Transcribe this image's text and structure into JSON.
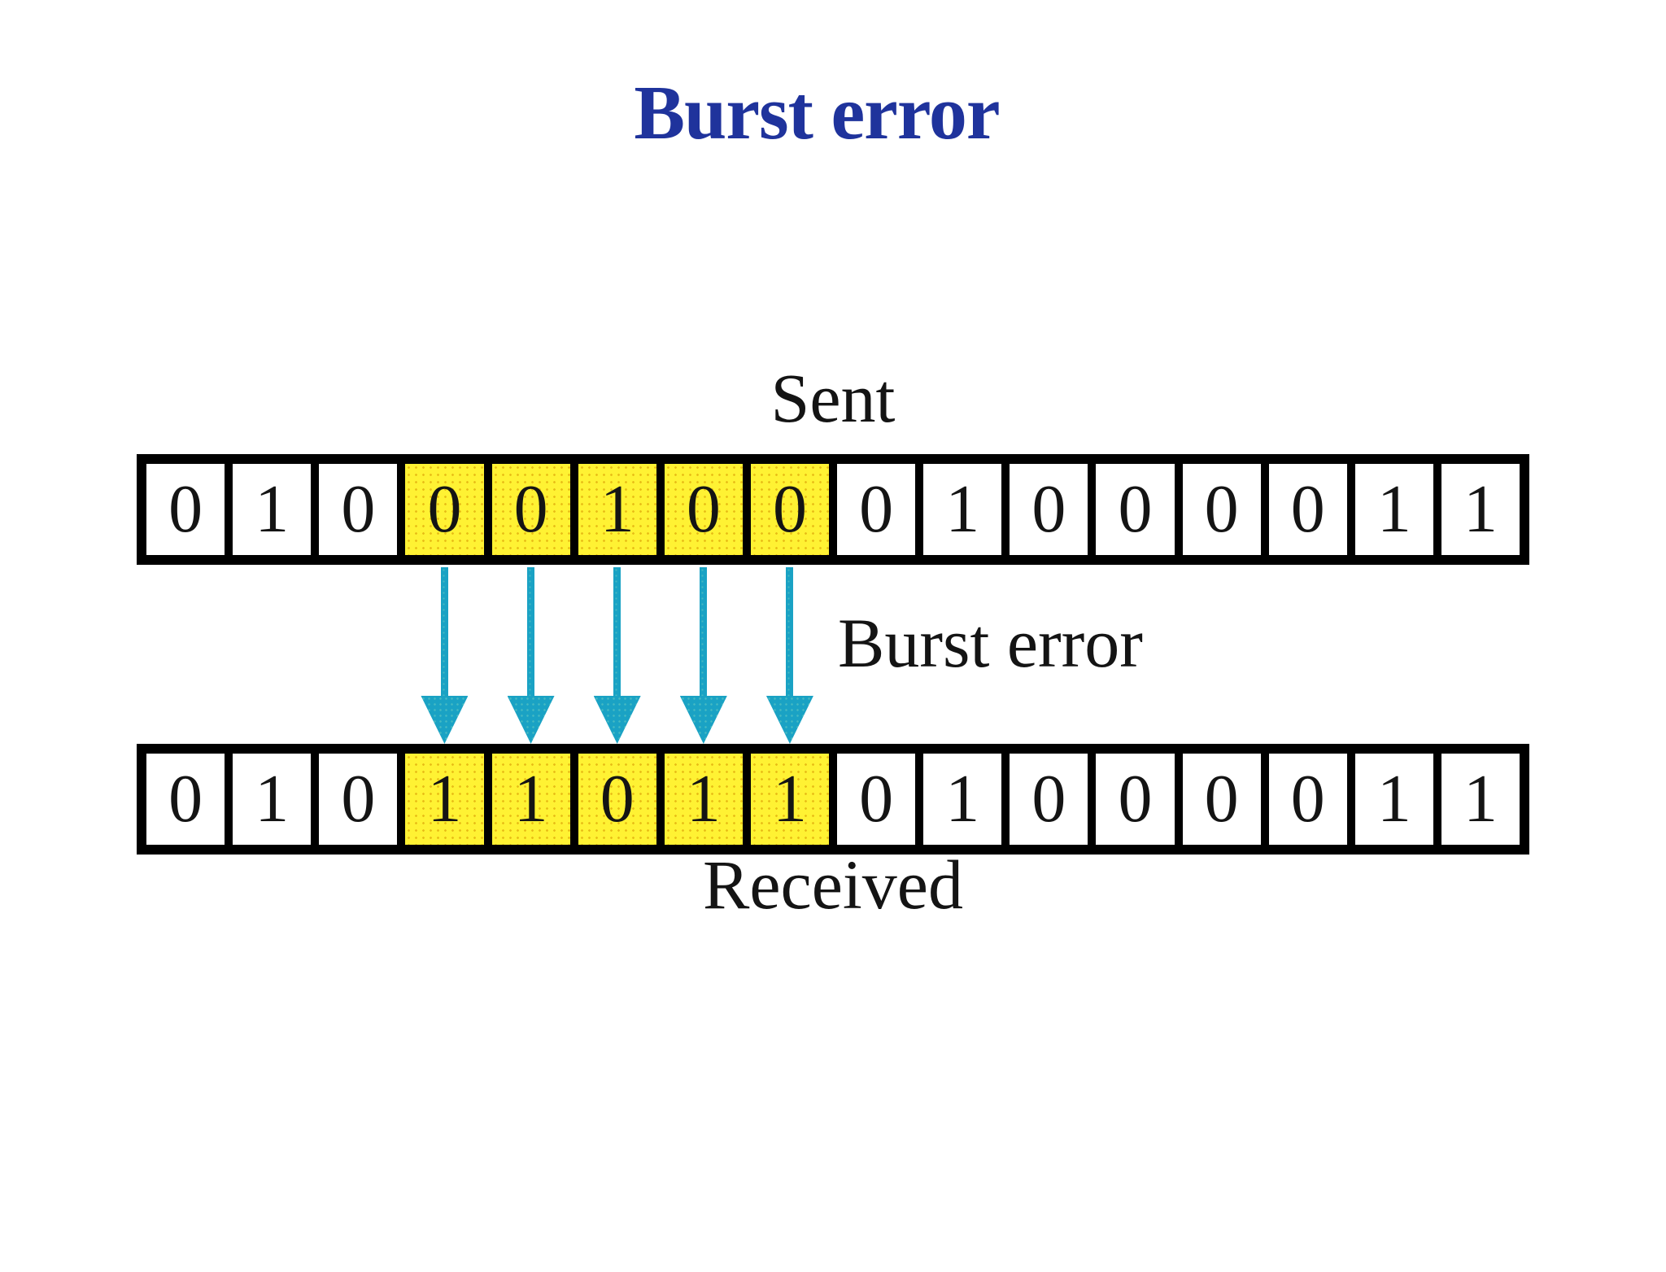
{
  "title": "Burst error",
  "labels": {
    "sent": "Sent",
    "received": "Received",
    "burst": "Burst error"
  },
  "rows": [
    {
      "name": "sent",
      "bits": [
        "0",
        "1",
        "0",
        "0",
        "0",
        "1",
        "0",
        "0",
        "0",
        "1",
        "0",
        "0",
        "0",
        "0",
        "1",
        "1"
      ],
      "highlight_start": 3,
      "highlight_end": 7
    },
    {
      "name": "received",
      "bits": [
        "0",
        "1",
        "0",
        "1",
        "1",
        "0",
        "1",
        "1",
        "0",
        "1",
        "0",
        "0",
        "0",
        "0",
        "1",
        "1"
      ],
      "highlight_start": 3,
      "highlight_end": 7
    }
  ],
  "arrows": {
    "count": 5,
    "direction": "down",
    "meaning": "corrupted bits"
  },
  "colors": {
    "title": "#1f339c",
    "highlight": "#fff233",
    "arrow": "#1aa2c4",
    "grid": "#000000",
    "background": "#ffffff"
  }
}
